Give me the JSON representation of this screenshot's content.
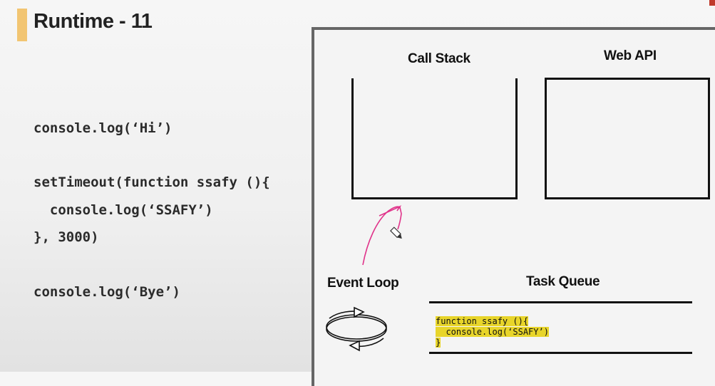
{
  "slide": {
    "title": "Runtime - 11"
  },
  "code_lines": [
    "console.log(‘Hi’)",
    "setTimeout(function ssafy (){",
    "  console.log(‘SSAFY’)",
    "}, 3000)",
    "console.log(‘Bye’)"
  ],
  "diagram": {
    "call_stack_label": "Call Stack",
    "web_api_label": "Web API",
    "event_loop_label": "Event Loop",
    "task_queue_label": "Task Queue",
    "queue_item_lines": [
      "function ssafy (){",
      "  console.log(‘SSAFY’)",
      "}"
    ]
  },
  "colors": {
    "title_accent": "#f2c572",
    "highlight": "#e8d52a",
    "annotation": "#e0338a"
  },
  "icons": {
    "loop": "event-loop-cycle-icon",
    "cursor": "pen-cursor-icon"
  }
}
